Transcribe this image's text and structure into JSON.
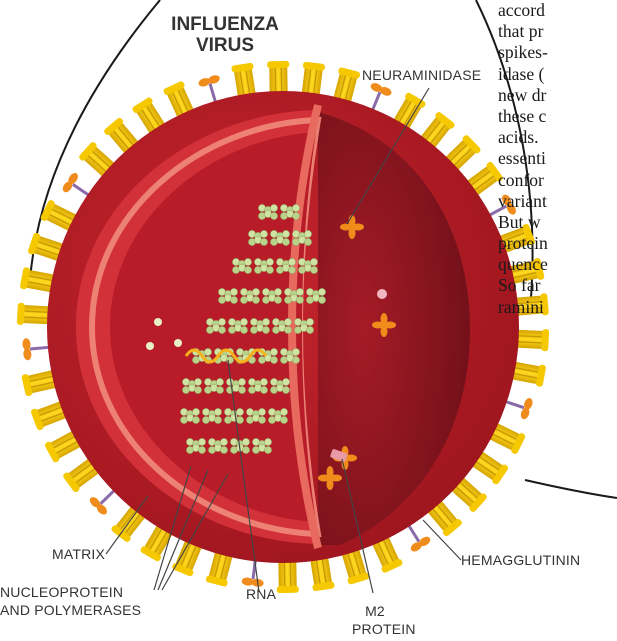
{
  "title_lines": [
    "INFLUENZA",
    "VIRUS"
  ],
  "labels": {
    "neuraminidase": "NEURAMINIDASE",
    "matrix": "MATRIX",
    "nucleoprotein": [
      "NUCLEOPROTEIN",
      "AND POLYMERASES"
    ],
    "rna": "RNA",
    "m2": [
      "M2",
      "PROTEIN"
    ],
    "hemagglutinin": "HEMAGGLUTININ"
  },
  "body_text_lines": [
    "accord",
    "that pr",
    "spikes-",
    "idase (",
    "new dr",
    "these c",
    "acids.",
    "essenti",
    "confor",
    "variant",
    "But w",
    "protein",
    "quence",
    "So far",
    "ramini"
  ],
  "colors": {
    "envelope": "#b51b24",
    "interior": "#8a1420",
    "matrix_band": "#d8333a",
    "inner_rim": "#ec7b6f",
    "spike": "#f5c800",
    "spike_shade": "#c99a00",
    "neuraminidase": "#f08c1c",
    "stalk": "#8a6aa8",
    "nucleoprotein": "#cfe3a3",
    "rna": "#f6b21a",
    "label": "#333333",
    "leader": "#444444"
  }
}
